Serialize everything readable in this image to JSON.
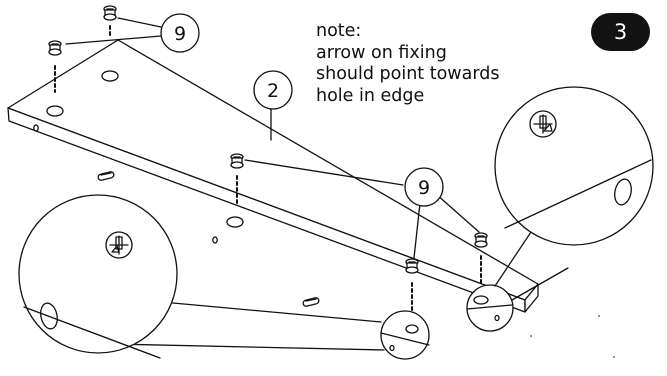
{
  "step_number": "3",
  "note_lines": [
    "note:",
    "arrow on fixing",
    "should point towards",
    "hole in edge"
  ],
  "part_callouts": {
    "panel": "2",
    "cam_fittings_top": "9",
    "cam_fittings_right": "9"
  },
  "colors": {
    "line": "#111111",
    "badge_background": "#121212",
    "badge_text": "#ffffff",
    "background": "#ffffff"
  }
}
